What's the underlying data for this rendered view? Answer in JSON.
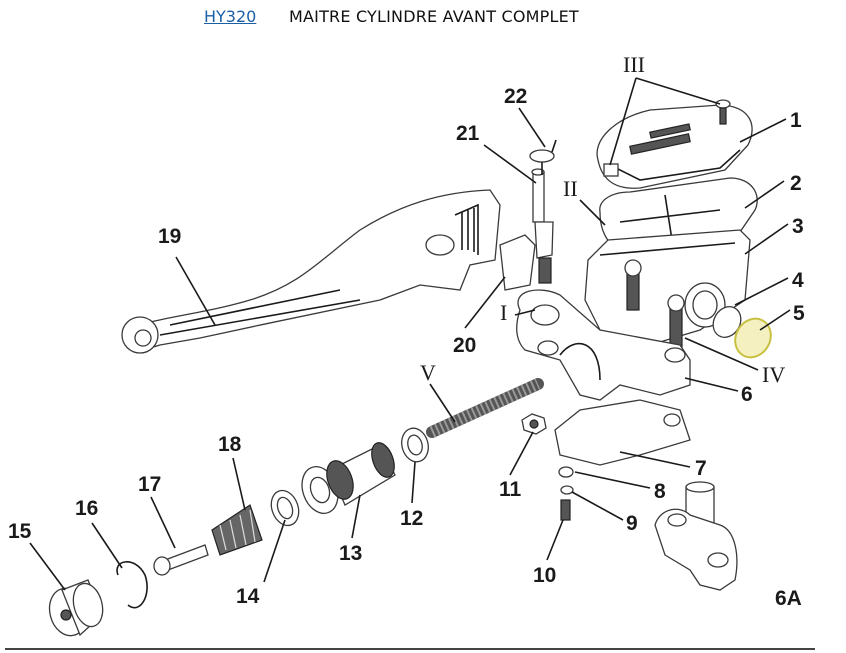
{
  "header": {
    "ref_link": "HY320",
    "title": "MAITRE CYLINDRE AVANT COMPLET"
  },
  "diagram": {
    "description": "Exploded view of front brake master cylinder assembly",
    "accent_color": "#e8e060",
    "callouts": [
      {
        "id": "1",
        "label": "1"
      },
      {
        "id": "2",
        "label": "2"
      },
      {
        "id": "3",
        "label": "3"
      },
      {
        "id": "4",
        "label": "4"
      },
      {
        "id": "5",
        "label": "5"
      },
      {
        "id": "6",
        "label": "6"
      },
      {
        "id": "6A",
        "label": "6A"
      },
      {
        "id": "7",
        "label": "7"
      },
      {
        "id": "8",
        "label": "8"
      },
      {
        "id": "9",
        "label": "9"
      },
      {
        "id": "10",
        "label": "10"
      },
      {
        "id": "11",
        "label": "11"
      },
      {
        "id": "12",
        "label": "12"
      },
      {
        "id": "13",
        "label": "13"
      },
      {
        "id": "14",
        "label": "14"
      },
      {
        "id": "15",
        "label": "15"
      },
      {
        "id": "16",
        "label": "16"
      },
      {
        "id": "17",
        "label": "17"
      },
      {
        "id": "18",
        "label": "18"
      },
      {
        "id": "19",
        "label": "19"
      },
      {
        "id": "20",
        "label": "20"
      },
      {
        "id": "21",
        "label": "21"
      },
      {
        "id": "22",
        "label": "22"
      }
    ],
    "roman_callouts": [
      {
        "id": "I",
        "label": "I"
      },
      {
        "id": "II",
        "label": "II"
      },
      {
        "id": "III",
        "label": "III"
      },
      {
        "id": "IV",
        "label": "IV"
      },
      {
        "id": "V",
        "label": "V"
      }
    ]
  }
}
